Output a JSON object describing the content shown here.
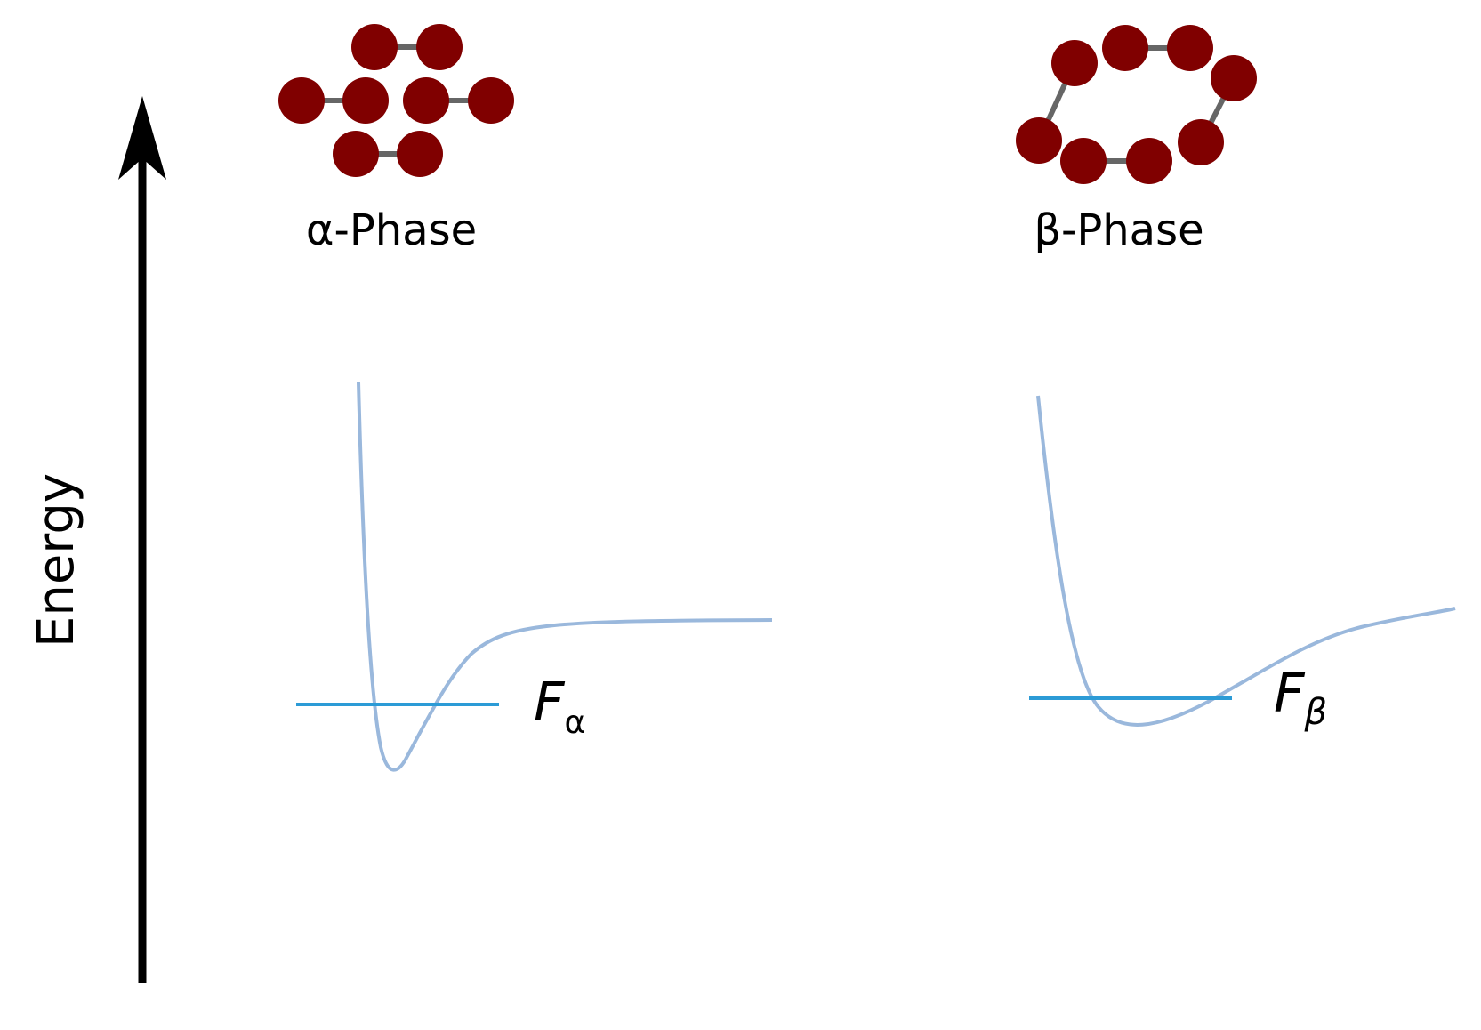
{
  "axis": {
    "label": "Energy"
  },
  "phases": [
    {
      "id": "alpha",
      "label": "α-Phase",
      "level_label_main": "F",
      "level_label_sub": "α"
    },
    {
      "id": "beta",
      "label": "β-Phase",
      "level_label_main": "F",
      "level_label_sub": "β"
    }
  ],
  "colors": {
    "atom": "#800000",
    "bond": "#666666",
    "curve": "#9ab8dc",
    "level": "#2c9bd6",
    "axis": "#000000"
  }
}
